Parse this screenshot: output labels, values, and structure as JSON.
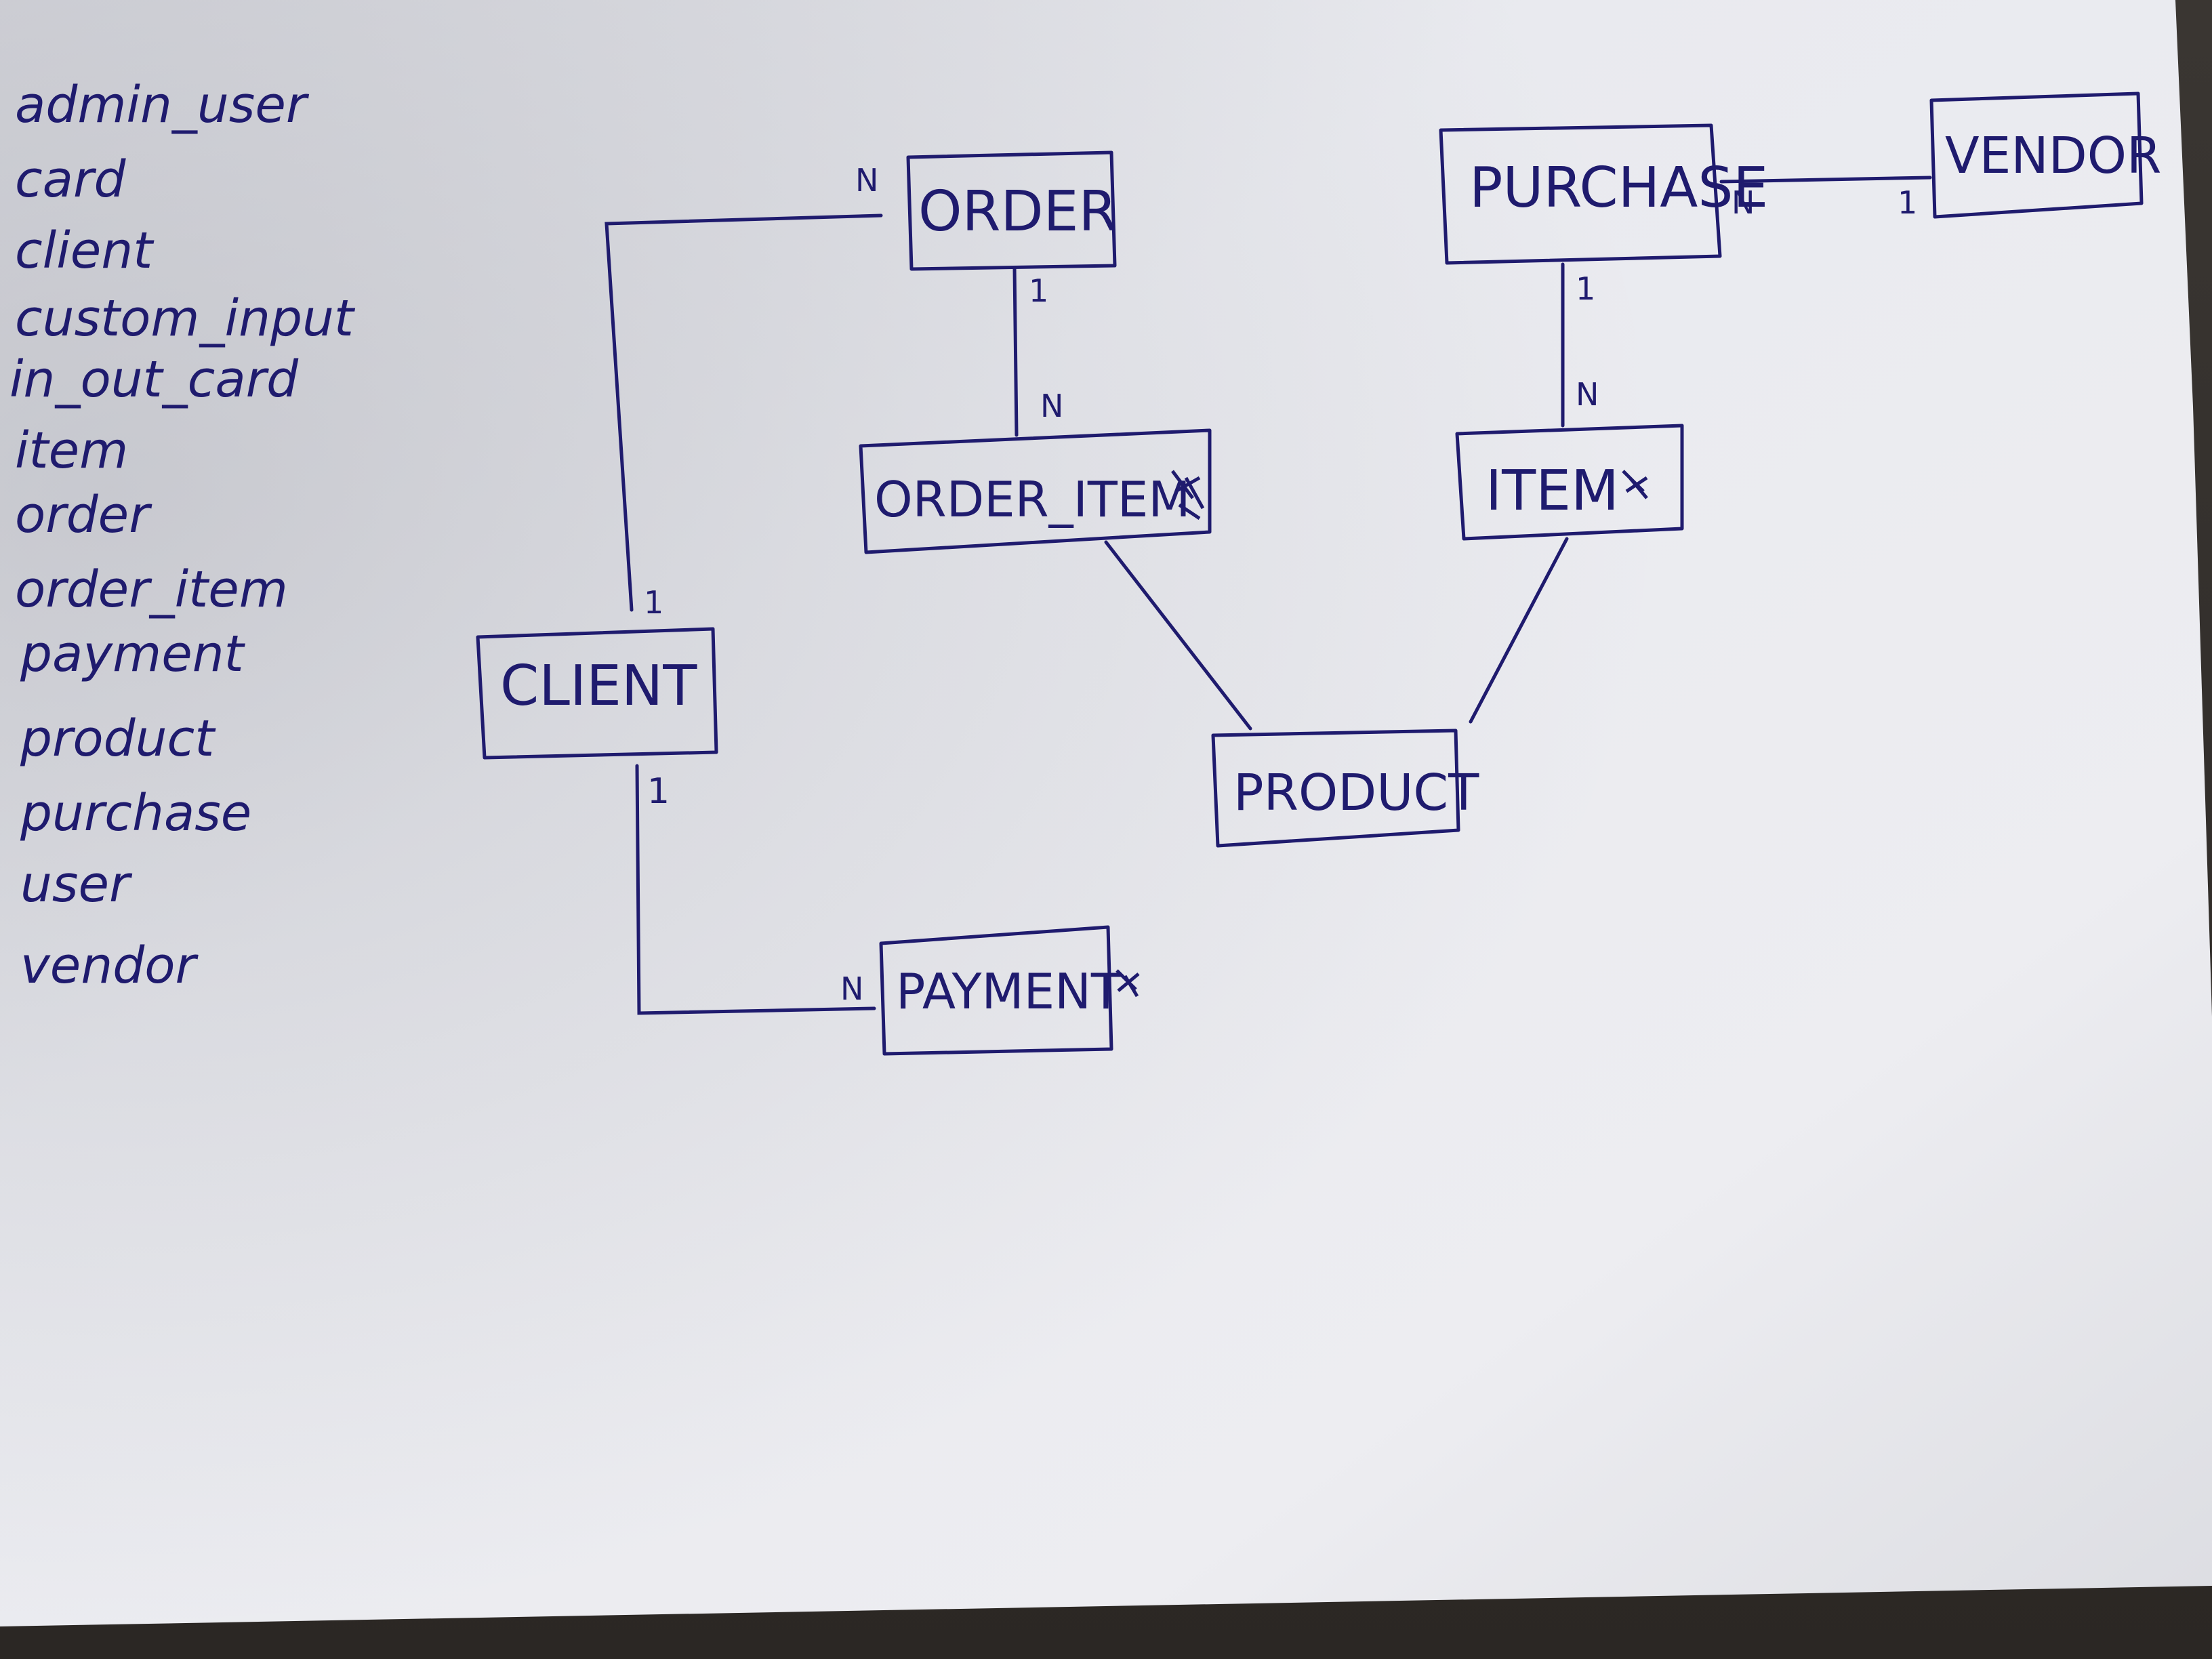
{
  "table_list": [
    "admin_user",
    "card",
    "client",
    "custom_input",
    "in_out_card",
    "item",
    "order",
    "order_item",
    "payment",
    "product",
    "purchase",
    "user",
    "vendor"
  ],
  "entities": {
    "order": "ORDER",
    "purchase": "PURCHASE",
    "vendor": "VENDOR",
    "order_item": "ORDER_ITEM",
    "item": "ITEM",
    "client": "CLIENT",
    "product": "PRODUCT",
    "payment": "PAYMENT"
  },
  "cardinalities": {
    "client_order_at_order": "N",
    "client_order_at_client": "1",
    "order_orderitem_at_order": "1",
    "order_orderitem_at_orderitem": "N",
    "purchase_vendor_at_purchase": "N",
    "purchase_vendor_at_vendor": "1",
    "purchase_item_at_purchase": "1",
    "purchase_item_at_item": "N",
    "client_payment_at_client": "1",
    "client_payment_at_payment": "N"
  },
  "colors": {
    "ink": "#1f1b6e",
    "paper": "#ececf0",
    "paper_shadow": "#cfd0d6"
  }
}
